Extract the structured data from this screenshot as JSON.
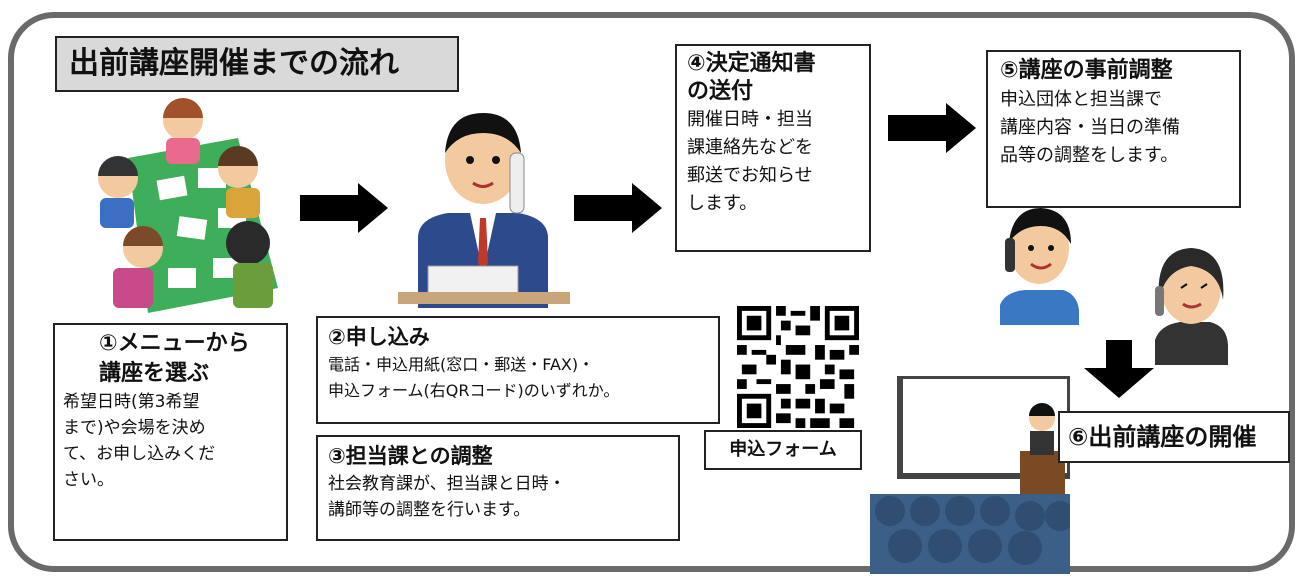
{
  "title": "出前講座開催までの流れ",
  "steps": {
    "s1": {
      "head_line1": "①メニューから",
      "head_line2": "講座を選ぶ",
      "body": [
        "希望日時(第3希望",
        "まで)や会場を決め",
        "て、お申し込みくだ",
        "さい。"
      ]
    },
    "s2": {
      "head": "②申し込み",
      "body": [
        "電話・申込用紙(窓口・郵送・FAX)・",
        "申込フォーム(右QRコード)のいずれか。"
      ]
    },
    "s3": {
      "head": "③担当課との調整",
      "body": [
        "社会教育課が、担当課と日時・",
        "講師等の調整を行います。"
      ]
    },
    "s4": {
      "head_line1": "④決定通知書",
      "head_line2": "の送付",
      "body": [
        "開催日時・担当",
        "課連絡先などを",
        "郵送でお知らせ",
        "します。"
      ]
    },
    "s5": {
      "head": "⑤講座の事前調整",
      "body": [
        "申込団体と担当課で",
        "講座内容・当日の準備",
        "品等の調整をします。"
      ]
    },
    "s6": {
      "head": "⑥出前講座の開催"
    }
  },
  "qr_label": "申込フォーム",
  "icons": [
    "group-meeting-illustration",
    "phone-operator-illustration",
    "phone-call-illustration",
    "lecture-illustration",
    "qr-code",
    "right-arrow",
    "down-arrow"
  ]
}
